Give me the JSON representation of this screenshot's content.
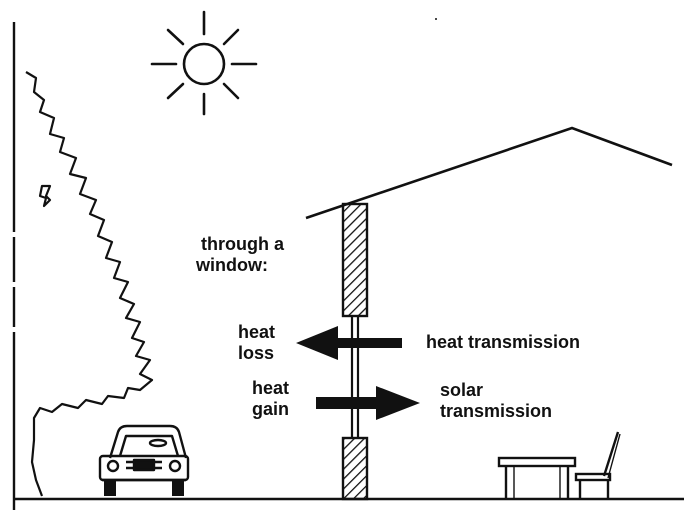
{
  "diagram": {
    "labels": {
      "through_window": [
        "through a",
        "window:"
      ],
      "heat_loss": [
        "heat",
        "loss"
      ],
      "heat_gain": [
        "heat",
        "gain"
      ],
      "heat_transmission": "heat transmission",
      "solar_transmission": [
        "solar",
        "transmission"
      ]
    },
    "colors": {
      "ink": "#111111",
      "background": "#ffffff"
    },
    "icons": {
      "sun": "sun-icon",
      "tree": "tree-icon",
      "car": "car-icon",
      "table": "table-icon",
      "chair": "chair-icon"
    }
  }
}
